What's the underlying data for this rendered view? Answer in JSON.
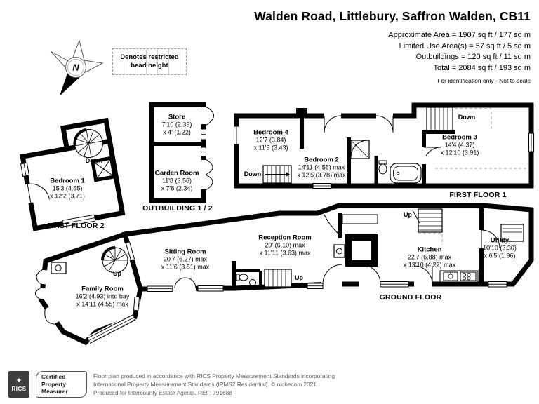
{
  "header": {
    "title": "Walden Road, Littlebury, Saffron Walden, CB11",
    "lines": [
      "Approximate Area = 1907 sq ft / 177 sq m",
      "Limited Use Area(s) = 57 sq ft / 5 sq m",
      "Outbuildings = 120 sq ft / 11 sq m",
      "Total = 2084 sq ft / 193 sq m"
    ],
    "note": "For identification only - Not to scale"
  },
  "legend": {
    "restricted_head_height": "Denotes restricted head height",
    "compass_north": "N"
  },
  "floors": {
    "outbuilding": "OUTBUILDING 1 / 2",
    "first_floor_2": "FIRST FLOOR 2",
    "first_floor_1": "FIRST FLOOR 1",
    "ground_floor": "GROUND FLOOR"
  },
  "rooms": {
    "store": {
      "name": "Store",
      "dim1": "7'10 (2.39)",
      "dim2": "x 4' (1.22)"
    },
    "garden_room": {
      "name": "Garden Room",
      "dim1": "11'8 (3.56)",
      "dim2": "x 7'8 (2.34)"
    },
    "bedroom_1": {
      "name": "Bedroom 1",
      "dim1": "15'3 (4.65)",
      "dim2": "x 12'2 (3.71)"
    },
    "bedroom_2": {
      "name": "Bedroom 2",
      "dim1": "14'11 (4.55) max",
      "dim2": "x 12'5 (3.78) max"
    },
    "bedroom_3": {
      "name": "Bedroom 3",
      "dim1": "14'4 (4.37)",
      "dim2": "x 12'10 (3.91)"
    },
    "bedroom_4": {
      "name": "Bedroom 4",
      "dim1": "12'7 (3.84)",
      "dim2": "x 11'3 (3.43)"
    },
    "family_room": {
      "name": "Family Room",
      "dim1": "16'2 (4.93) into bay",
      "dim2": "x 14'11 (4.55) max"
    },
    "sitting_room": {
      "name": "Sitting Room",
      "dim1": "20'7 (6.27) max",
      "dim2": "x 11'6 (3.51) max"
    },
    "reception_room": {
      "name": "Reception Room",
      "dim1": "20' (6.10) max",
      "dim2": "x 11'11 (3.63) max"
    },
    "kitchen": {
      "name": "Kitchen",
      "dim1": "22'7 (6.88) max",
      "dim2": "x 13'10 (4.22) max"
    },
    "utility": {
      "name": "Utility",
      "dim1": "10'10 (3.30)",
      "dim2": "x 6'5 (1.96)"
    }
  },
  "stairs": {
    "ff2_down": "Down",
    "ff1_left_down": "Down",
    "ff1_right_down": "Down",
    "family_up": "Up",
    "reception_up": "Up",
    "kitchen_up": "Up"
  },
  "footer": {
    "rics_label": "RICS",
    "badge": [
      "Certified",
      "Property",
      "Measurer"
    ],
    "lines": [
      "Floor plan produced in accordance with RICS Property Measurement Standards incorporating",
      "International Property Measurement Standards (IPMS2 Residential).  © nichecom 2021.",
      "Produced for Intercounty Estate Agents.   REF: 791688"
    ]
  },
  "colors": {
    "wall": "#000000",
    "dashed": "#9e9e9e",
    "logo_bg": "#3d3d3d",
    "footer_text": "#5f5f5f"
  }
}
